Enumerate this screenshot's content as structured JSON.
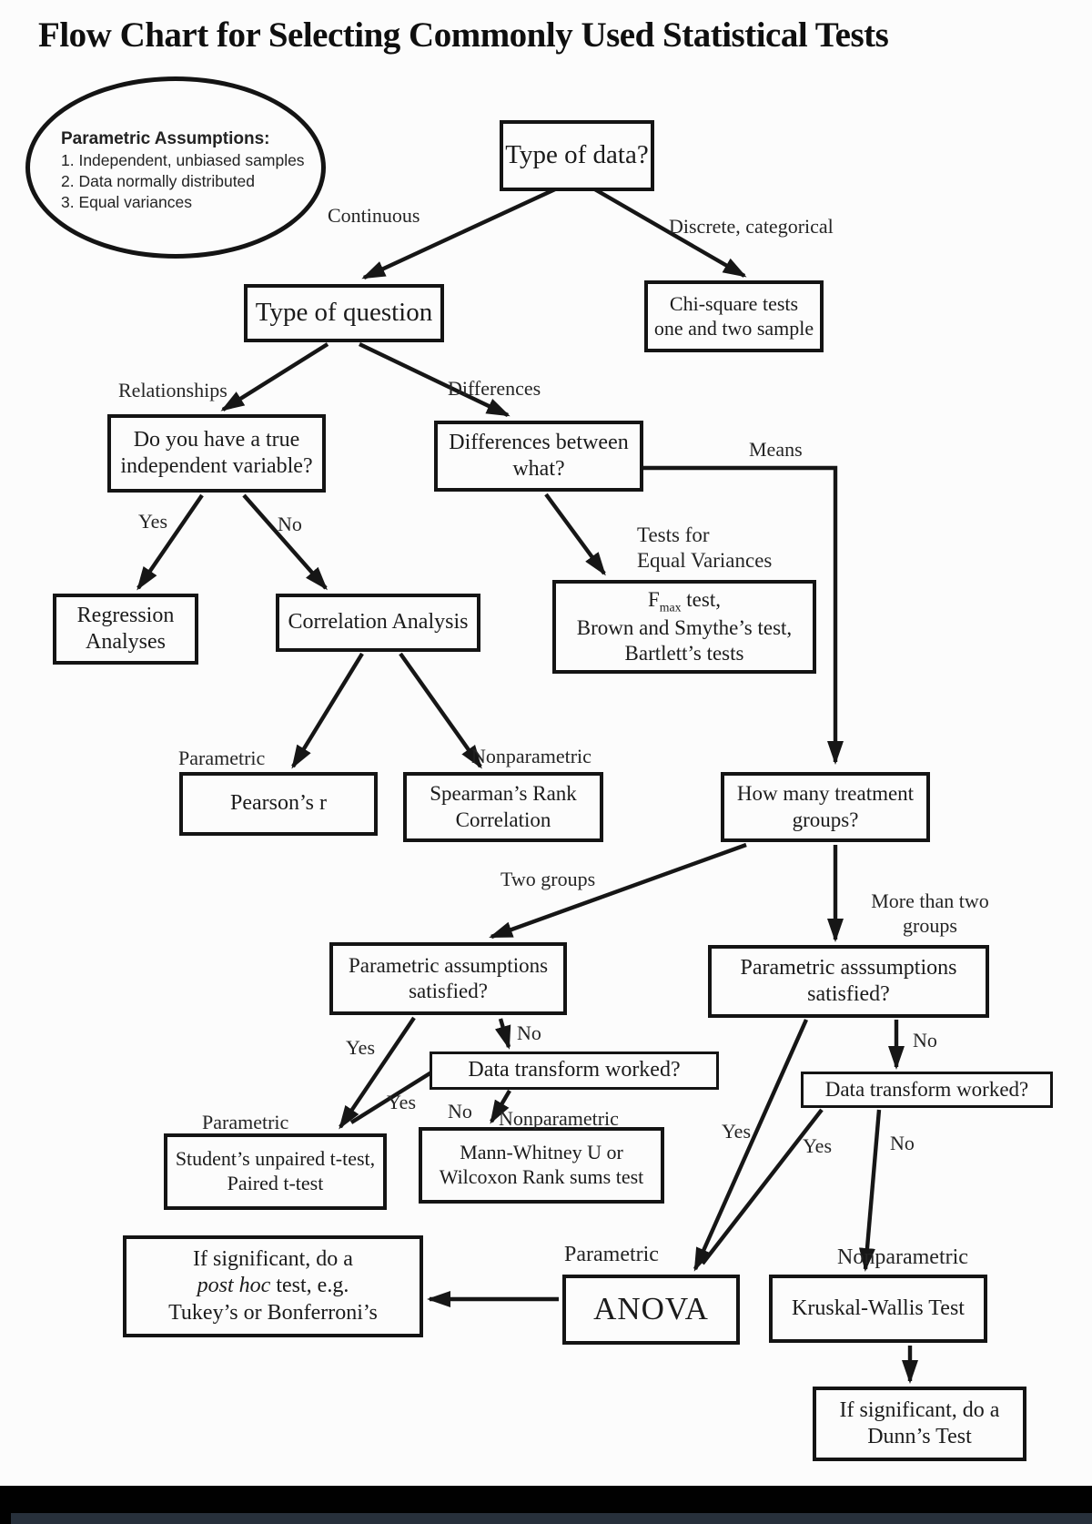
{
  "title": "Flow Chart for Selecting Commonly Used Statistical Tests",
  "colors": {
    "ink": "#141414",
    "background": "#fcfcfc",
    "bottom_bar": "#010101",
    "bottom_strip": "#27303b"
  },
  "assumptions": {
    "heading": "Parametric Assumptions:",
    "items": [
      "1. Independent, unbiased samples",
      "2. Data normally distributed",
      "3. Equal variances"
    ]
  },
  "nodes": {
    "type_of_data": {
      "text": "Type of data?"
    },
    "chi_square": {
      "lines": [
        "Chi-square tests",
        "one and two sample"
      ]
    },
    "type_of_question": {
      "text": "Type of question"
    },
    "true_iv": {
      "lines": [
        "Do you have a true",
        "independent variable?"
      ]
    },
    "diff_between": {
      "lines": [
        "Differences between",
        "what?"
      ]
    },
    "regression": {
      "lines": [
        "Regression",
        "Analyses"
      ]
    },
    "correlation": {
      "text": "Correlation Analysis"
    },
    "variance_tests": {
      "line1_pre": "F",
      "line1_sub": "max",
      "line1_post": " test,",
      "line2": "Brown and Smythe’s test,",
      "line3": "Bartlett’s tests"
    },
    "pearson": {
      "text": "Pearson’s r"
    },
    "spearman": {
      "lines": [
        "Spearman’s Rank",
        "Correlation"
      ]
    },
    "how_many_groups": {
      "lines": [
        "How many treatment",
        "groups?"
      ]
    },
    "param_two": {
      "lines": [
        "Parametric assumptions",
        "satisfied?"
      ]
    },
    "param_many": {
      "lines": [
        "Parametric asssumptions",
        "satisfied?"
      ]
    },
    "dtw_two": {
      "text": "Data transform worked?"
    },
    "dtw_many": {
      "text": "Data transform worked?"
    },
    "t_tests": {
      "lines": [
        "Student’s unpaired t-test,",
        "Paired t-test"
      ]
    },
    "mann_whitney": {
      "lines": [
        "Mann-Whitney U or",
        "Wilcoxon Rank sums test"
      ]
    },
    "post_hoc": {
      "line1": "If significant, do a",
      "line2_italic": "post hoc",
      "line2_rest": " test, e.g.",
      "line3": "Tukey’s or Bonferroni’s"
    },
    "anova": {
      "text": "ANOVA"
    },
    "kruskal": {
      "text": "Kruskal-Wallis Test"
    },
    "dunns": {
      "lines": [
        "If significant, do a",
        "Dunn’s Test"
      ]
    }
  },
  "edge_labels": {
    "continuous": "Continuous",
    "discrete_categorical": "Discrete, categorical",
    "relationships": "Relationships",
    "differences": "Differences",
    "iv_yes": "Yes",
    "iv_no": "No",
    "means": "Means",
    "tests_for_line1": "Tests for",
    "tests_for_line2": "Equal Variances",
    "pearson_parametric": "Parametric",
    "spearman_nonparametric": "Nonparametric",
    "two_groups": "Two groups",
    "more_than_two_line1": "More than two",
    "more_than_two_line2": "groups",
    "param2_yes": "Yes",
    "param2_no": "No",
    "dtw2_yes": "Yes",
    "dtw2_no": "No",
    "ttest_parametric": "Parametric",
    "mw_nonparametric": "Nonparametric",
    "paramN_yes": "Yes",
    "paramN_no": "No",
    "dtwN_yes": "Yes",
    "dtwN_no": "No",
    "anova_parametric": "Parametric",
    "kw_nonparametric": "Nonparametric"
  }
}
